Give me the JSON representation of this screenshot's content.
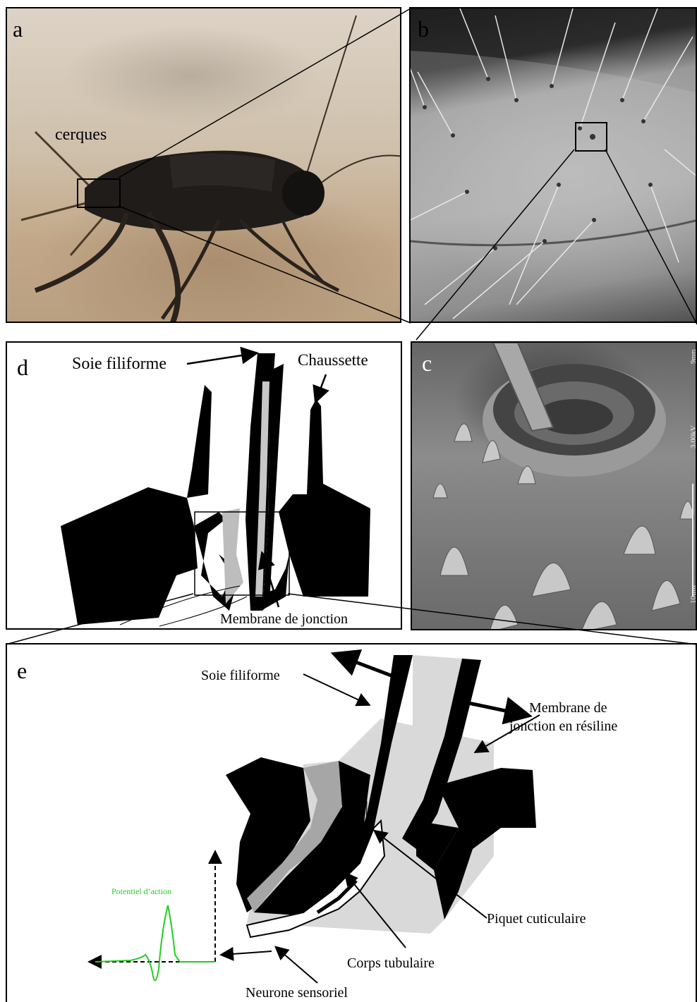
{
  "panels": {
    "a": {
      "letter": "a",
      "label": "cerques"
    },
    "b": {
      "letter": "b"
    },
    "c": {
      "letter": "c",
      "sem_scale_text": "3.00kV",
      "sem_bar_text": "10µm",
      "sem_corner_text": "9mm"
    },
    "d": {
      "letter": "d",
      "labels": {
        "soie": "Soie filiforme",
        "chaussette": "Chaussette",
        "membrane": "Membrane de jonction"
      }
    },
    "e": {
      "letter": "e",
      "labels": {
        "soie": "Soie filiforme",
        "membrane_line1": "Membrane de",
        "membrane_line2": "jonction en résiline",
        "potentiel": "Potentiel d’action",
        "piquet": "Piquet cuticulaire",
        "corps": "Corps tubulaire",
        "neurone": "Neurone sensoriel"
      }
    }
  },
  "colors": {
    "signal_green": "#22cc22",
    "tissue_light": "#d9d9d9",
    "tissue_mid": "#a6a6a6",
    "cuticle": "#000000"
  }
}
